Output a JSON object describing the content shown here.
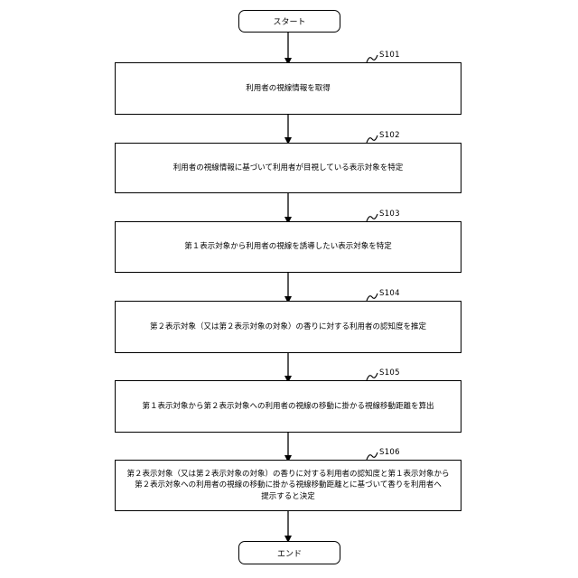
{
  "flowchart": {
    "start": "スタート",
    "end": "エンド",
    "steps": [
      {
        "id": "S101",
        "text": "利用者の視線情報を取得"
      },
      {
        "id": "S102",
        "text": "利用者の視線情報に基づいて利用者が目視している表示対象を特定"
      },
      {
        "id": "S103",
        "text": "第１表示対象から利用者の視線を誘導したい表示対象を特定"
      },
      {
        "id": "S104",
        "text": "第２表示対象（又は第２表示対象の対象）の香りに対する利用者の認知度を推定"
      },
      {
        "id": "S105",
        "text": "第１表示対象から第２表示対象への利用者の視線の移動に掛かる視線移動距離を算出"
      },
      {
        "id": "S106",
        "text": "第２表示対象（又は第２表示対象の対象）の香りに対する利用者の認知度と第１表示対象から\n第２表示対象への利用者の視線の移動に掛かる視線移動距離とに基づいて香りを利用者へ\n提示すると決定"
      }
    ]
  }
}
